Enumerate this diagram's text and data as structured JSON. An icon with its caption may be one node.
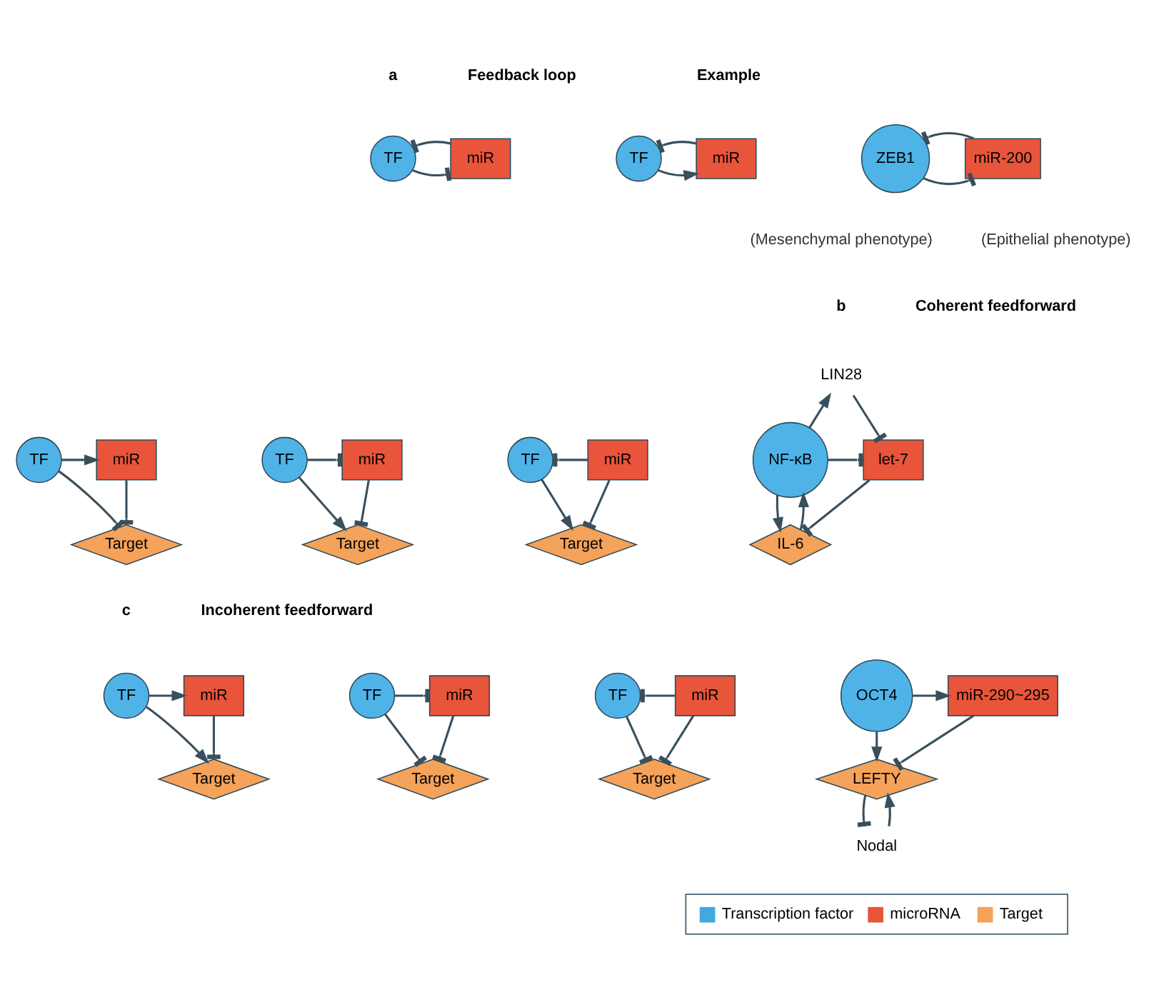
{
  "diagram": {
    "nodes": [
      {
        "text": [
          "TF"
        ]
      },
      {
        "text": [
          "miR"
        ]
      },
      {
        "text": [
          "TF"
        ]
      },
      {
        "text": [
          "miR"
        ]
      },
      {
        "text": [
          "ZEB1"
        ],
        "beside": [
          "(Mesenchymal phenotype)"
        ]
      },
      {
        "text": [
          "miR-200"
        ],
        "beside": [
          "(Epithelial phenotype)"
        ]
      },
      {
        "text": [
          "TF"
        ]
      },
      {
        "text": [
          "miR"
        ]
      },
      {
        "text": [
          "Target"
        ]
      },
      {
        "text": [
          "TF"
        ]
      },
      {
        "text": [
          "miR"
        ]
      },
      {
        "text": [
          "Target"
        ]
      },
      {
        "text": [
          "TF"
        ]
      },
      {
        "text": [
          "miR"
        ]
      },
      {
        "text": [
          "Target"
        ]
      },
      {
        "text": [
          "LIN28"
        ]
      },
      {
        "text": [
          "NF-κB"
        ]
      },
      {
        "text": [
          "let-7"
        ]
      },
      {
        "text": [
          "IL-6"
        ]
      },
      {
        "text": [
          "TF"
        ]
      },
      {
        "text": [
          "miR"
        ]
      },
      {
        "text": [
          "Target"
        ]
      },
      {
        "text": [
          "TF"
        ]
      },
      {
        "text": [
          "miR"
        ]
      },
      {
        "text": [
          "Target"
        ]
      },
      {
        "text": [
          "TF"
        ]
      },
      {
        "text": [
          "miR"
        ]
      },
      {
        "text": [
          "Target"
        ]
      },
      {
        "text": [
          "OCT4"
        ]
      },
      {
        "text": [
          "miR-290~295"
        ]
      },
      {
        "text": [
          "LEFTY"
        ]
      },
      {
        "text": [
          "Nodal"
        ]
      }
    ],
    "edges": [
      {
        "from": 0,
        "to": 1,
        "arrow": "other"
      },
      {
        "from": 1,
        "to": 0,
        "arrow": "other"
      },
      {
        "from": 2,
        "to": 3,
        "arrow": "to"
      },
      {
        "from": 3,
        "to": 2,
        "arrow": "other"
      },
      {
        "from": 4,
        "to": 5,
        "arrow": "other"
      },
      {
        "from": 5,
        "to": 4,
        "arrow": "other"
      },
      {
        "from": 6,
        "to": 7,
        "arrow": "to"
      },
      {
        "from": 6,
        "to": 8,
        "arrow": "other"
      },
      {
        "from": 7,
        "to": 8,
        "arrow": "other"
      },
      {
        "from": 9,
        "to": 10,
        "arrow": "other"
      },
      {
        "from": 9,
        "to": 11,
        "arrow": "to"
      },
      {
        "from": 10,
        "to": 11,
        "arrow": "other"
      },
      {
        "from": 13,
        "to": 12,
        "arrow": "other"
      },
      {
        "from": 12,
        "to": 14,
        "arrow": "to"
      },
      {
        "from": 13,
        "to": 14,
        "arrow": "other"
      },
      {
        "from": 16,
        "to": 15,
        "arrow": "to"
      },
      {
        "from": 15,
        "to": 17,
        "arrow": "other"
      },
      {
        "from": 16,
        "to": 17,
        "arrow": "other"
      },
      {
        "from": 16,
        "to": 18,
        "arrow": "to"
      },
      {
        "from": 17,
        "to": 18,
        "arrow": "other"
      },
      {
        "from": 18,
        "to": 16,
        "arrow": "to"
      },
      {
        "from": 19,
        "to": 20,
        "arrow": "to"
      },
      {
        "from": 19,
        "to": 21,
        "arrow": "to"
      },
      {
        "from": 20,
        "to": 21,
        "arrow": "other"
      },
      {
        "from": 22,
        "to": 23,
        "arrow": "other"
      },
      {
        "from": 22,
        "to": 24,
        "arrow": "other"
      },
      {
        "from": 23,
        "to": 24,
        "arrow": "other"
      },
      {
        "from": 26,
        "to": 25,
        "arrow": "other"
      },
      {
        "from": 25,
        "to": 27,
        "arrow": "other"
      },
      {
        "from": 26,
        "to": 27,
        "arrow": "other"
      },
      {
        "from": 28,
        "to": 29,
        "arrow": "to"
      },
      {
        "from": 28,
        "to": 30,
        "arrow": "to"
      },
      {
        "from": 29,
        "to": 30,
        "arrow": "other"
      },
      {
        "from": 30,
        "to": 31,
        "arrow": "other"
      },
      {
        "from": 31,
        "to": 30,
        "arrow": "to"
      }
    ],
    "labels": [
      "a",
      "Feedback loop",
      "Example",
      "b",
      "Coherent feedforward",
      "c",
      "Incoherent feedforward"
    ],
    "legend": [
      {
        "text": "Transcription factor",
        "color": "#3fa9e0"
      },
      {
        "text": "microRNA",
        "color": "#e8553a"
      },
      {
        "text": "Target",
        "color": "#f5a25a"
      }
    ]
  }
}
